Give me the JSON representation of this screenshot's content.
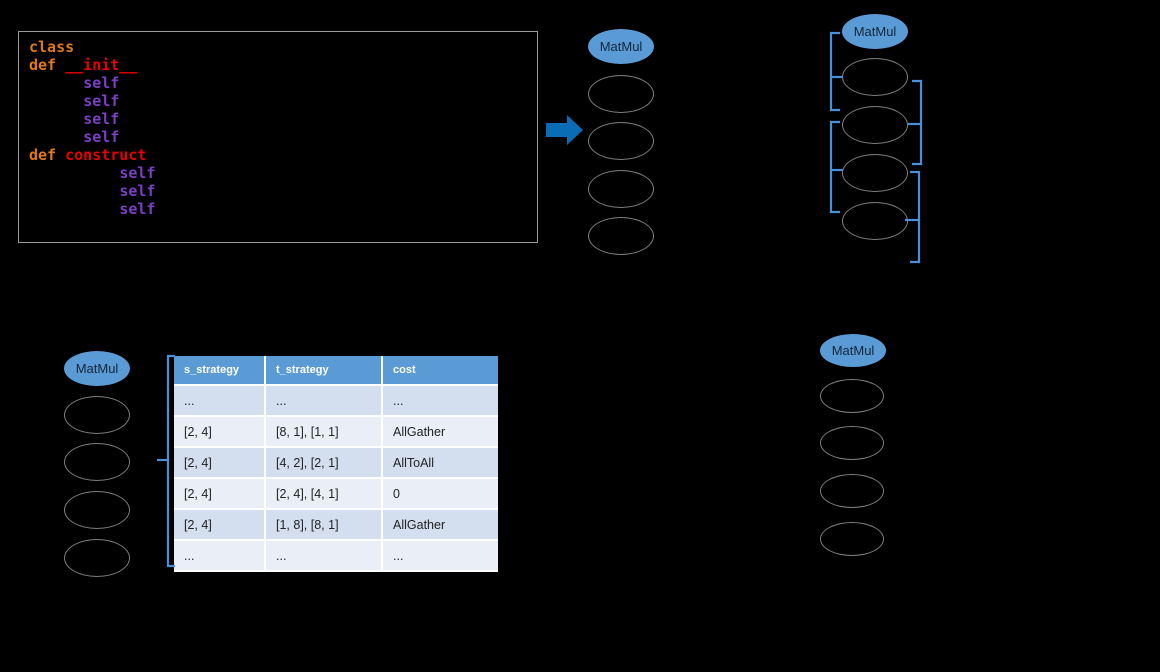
{
  "code_panel": {
    "name": "python-source-snippet",
    "lines": [
      {
        "indent": 0,
        "tokens": [
          {
            "text": "class",
            "kind": "kw"
          }
        ]
      },
      {
        "indent": 0,
        "tokens": [
          {
            "text": "def ",
            "kind": "kw"
          },
          {
            "text": "__init__",
            "kind": "fn"
          }
        ]
      },
      {
        "indent": 3,
        "tokens": [
          {
            "text": "self",
            "kind": "slf"
          }
        ]
      },
      {
        "indent": 3,
        "tokens": [
          {
            "text": "self",
            "kind": "slf"
          }
        ]
      },
      {
        "indent": 3,
        "tokens": [
          {
            "text": "self",
            "kind": "slf"
          }
        ]
      },
      {
        "indent": 3,
        "tokens": [
          {
            "text": "self",
            "kind": "slf"
          }
        ]
      },
      {
        "indent": 0,
        "tokens": [
          {
            "text": "def ",
            "kind": "kw"
          },
          {
            "text": "construct",
            "kind": "fn"
          }
        ]
      },
      {
        "indent": 5,
        "tokens": [
          {
            "text": "self",
            "kind": "slf"
          }
        ]
      },
      {
        "indent": 5,
        "tokens": [
          {
            "text": "self",
            "kind": "slf"
          }
        ]
      },
      {
        "indent": 5,
        "tokens": [
          {
            "text": "self",
            "kind": "slf"
          }
        ]
      }
    ]
  },
  "arrow": {
    "name": "blue-right-arrow",
    "color": "#0A6CB4"
  },
  "graphs": {
    "top_middle": {
      "label": "MatMul",
      "node_count": 4
    },
    "top_right": {
      "label": "MatMul",
      "node_count": 4,
      "left_brackets": 2,
      "right_brackets": 2
    },
    "bottom_left": {
      "label": "MatMul",
      "node_count": 4
    },
    "bottom_right": {
      "label": "MatMul",
      "node_count": 4
    }
  },
  "cost_table": {
    "name": "strategy-cost-table",
    "headers": [
      "s_strategy",
      "t_strategy",
      "cost"
    ],
    "rows": [
      [
        "...",
        "...",
        "..."
      ],
      [
        "[2, 4]",
        "[8, 1], [1, 1]",
        "AllGather"
      ],
      [
        "[2, 4]",
        "[4, 2], [2, 1]",
        "AllToAll"
      ],
      [
        "[2, 4]",
        "[2, 4], [4, 1]",
        "0"
      ],
      [
        "[2, 4]",
        "[1, 8], [8, 1]",
        "AllGather"
      ],
      [
        "...",
        "...",
        "..."
      ]
    ]
  },
  "colors": {
    "node_fill": "#5B9BD5",
    "node_outline": "#7f7f7f",
    "bracket": "#4A90D9",
    "header_blue": "#5B9BD5",
    "row_odd": "#D3DEEE",
    "row_even": "#EAEFF7",
    "keyword": "#E07A18",
    "function": "#E80000",
    "self": "#7B3FC4"
  }
}
